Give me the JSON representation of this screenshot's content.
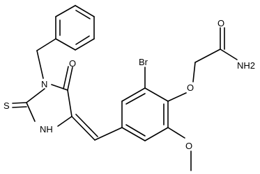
{
  "molecule": {
    "atoms": {
      "n1": "N",
      "o_ring": "O",
      "s": "S",
      "nh": "NH",
      "br": "Br",
      "o_ether": "O",
      "o_amide": "O",
      "nh2": "NH2",
      "o_methoxy": "O"
    }
  }
}
